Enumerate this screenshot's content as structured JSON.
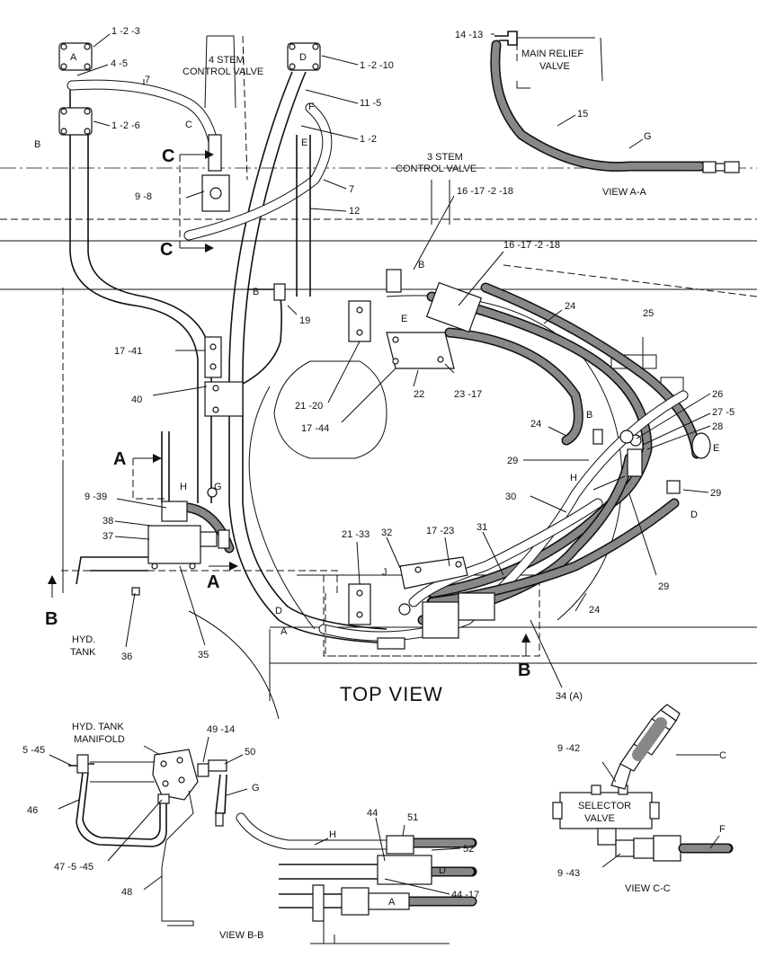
{
  "main_view": {
    "title": "TOP VIEW",
    "labels": {
      "p1_2_3": "1 -2 -3",
      "p4_5": "4 -5",
      "p7a": "7",
      "p1_2_6": "1 -2 -6",
      "p1_2_10": "1 -2 -10",
      "p11_5": "11 -5",
      "p1_2": "1 -2",
      "p7b": "7",
      "p12": "12",
      "p9_8": "9 -8",
      "p16_17_2_18a": "16 -17 -2 -18",
      "p16_17_2_18b": "16 -17 -2 -18",
      "p19": "19",
      "p24a": "24",
      "p24b": "24",
      "p24c": "24",
      "p25": "25",
      "p17_41": "17 -41",
      "p40": "40",
      "p21_20": "21 -20",
      "p22": "22",
      "p23_17": "23 -17",
      "p17_44": "17 -44",
      "p26": "26",
      "p27_5": "27 -5",
      "p28": "28",
      "p29a": "29",
      "p29b": "29",
      "p29c": "29",
      "p30": "30",
      "p31": "31",
      "p32": "32",
      "p17_23": "17 -23",
      "p21_33": "21 -33",
      "p9_39": "9 -39",
      "p38": "38",
      "p37": "37",
      "p35": "35",
      "p36": "36",
      "p34": "34 (A)"
    },
    "letters": {
      "A1": "A",
      "B1": "B",
      "C1": "C",
      "D1": "D",
      "E1": "E",
      "F1": "F",
      "B2": "B",
      "B3": "B",
      "E2": "E",
      "B4": "B",
      "E3": "E",
      "D2": "D",
      "H1": "H",
      "H2": "H",
      "G1": "G",
      "J1": "J",
      "D3": "D",
      "A2": "A"
    },
    "notes": {
      "stem4": "4  STEM",
      "stem4b": "CONTROL  VALVE",
      "stem3": "3  STEM",
      "stem3b": "CONTROL  VALVE",
      "hydtank": "HYD.",
      "hydtank2": "TANK"
    },
    "section_marks": {
      "C_top": "C",
      "C_bot": "C",
      "A_left": "A",
      "A_right": "A",
      "B_left": "B",
      "B_right": "B"
    }
  },
  "view_aa": {
    "title": "VIEW  A-A",
    "p14_13": "14 -13",
    "p15": "15",
    "G": "G",
    "note1": "MAIN RELIEF",
    "note2": "VALVE"
  },
  "view_bb": {
    "title": "VIEW  B-B",
    "manifold1": "HYD.  TANK",
    "manifold2": "MANIFOLD",
    "p5_45": "5 -45",
    "p46": "46",
    "p47_5_45": "47 -5 -45",
    "p48": "48",
    "p49_14": "49 -14",
    "p50": "50",
    "G": "G",
    "H": "H",
    "p44": "44",
    "p51": "51",
    "p52": "52",
    "D": "D",
    "p44_17": "44 -17",
    "A": "A"
  },
  "view_cc": {
    "title": "VIEW  C-C",
    "p9_42": "9 -42",
    "C": "C",
    "sel1": "SELECTOR",
    "sel2": "VALVE",
    "F": "F",
    "p9_43": "9 -43"
  }
}
